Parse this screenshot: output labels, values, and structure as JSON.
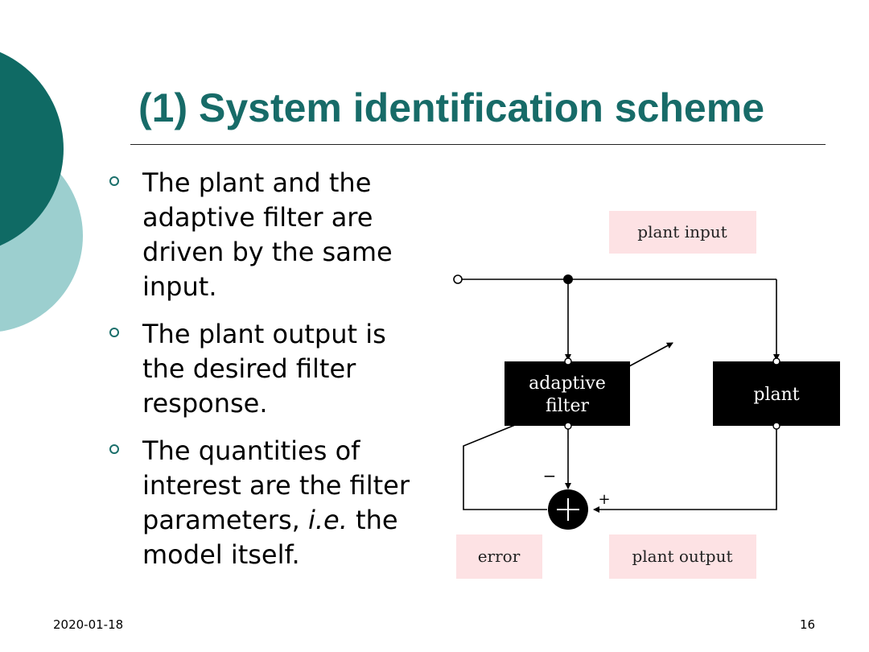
{
  "slide": {
    "title": "(1) System identification scheme",
    "bullets": [
      {
        "text": "The plant and the adaptive filter are driven by the same input."
      },
      {
        "text": "The plant output is the desired filter response."
      },
      {
        "text_before": "The quantities of interest are the filter parameters, ",
        "text_italic": "i.e.",
        "text_after": " the model itself."
      }
    ],
    "footer": {
      "date": "2020-01-18",
      "page": "16"
    }
  },
  "diagram": {
    "labels": {
      "plant_input": "plant input",
      "adaptive_filter_line1": "adaptive",
      "adaptive_filter_line2": "filter",
      "plant": "plant",
      "error": "error",
      "plant_output": "plant output",
      "minus_sign": "−",
      "plus_sign": "+"
    }
  },
  "colors": {
    "title": "#176b68",
    "dark_teal_circle": "#0f6a64",
    "light_teal_circle": "#9ccfcf",
    "label_box_pink": "#fde2e4",
    "block_fill": "#000000"
  }
}
